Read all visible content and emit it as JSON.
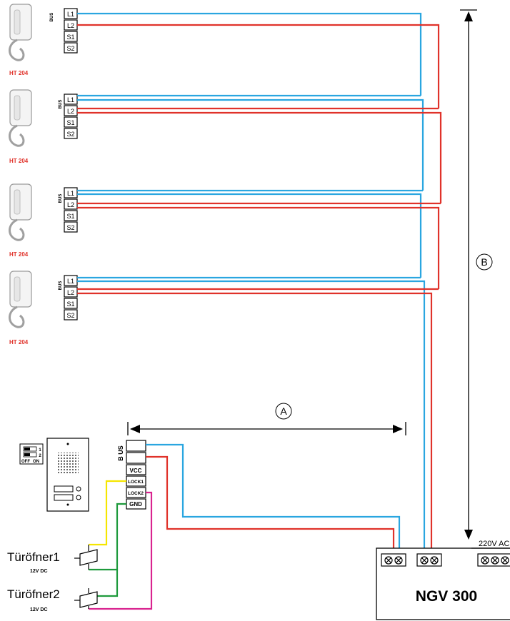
{
  "handsets": [
    {
      "model": "HT 204",
      "terminals": [
        "L1",
        "L2",
        "S1",
        "S2"
      ],
      "bus_label": "BUS"
    },
    {
      "model": "HT 204",
      "terminals": [
        "L1",
        "L2",
        "S1",
        "S2"
      ],
      "bus_label": "BUS"
    },
    {
      "model": "HT 204",
      "terminals": [
        "L1",
        "L2",
        "S1",
        "S2"
      ],
      "bus_label": "BUS"
    },
    {
      "model": "HT 204",
      "terminals": [
        "L1",
        "L2",
        "S1",
        "S2"
      ],
      "bus_label": "BUS"
    }
  ],
  "door_station": {
    "bus_label": "B US",
    "terminals": [
      "VCC",
      "LOCK1",
      "LOCK2",
      "GND"
    ],
    "dip": {
      "positions": [
        "1",
        "2"
      ],
      "off_label": "OFF",
      "on_label": "ON"
    }
  },
  "openers": [
    {
      "name": "Türöfner1",
      "voltage": "12V DC"
    },
    {
      "name": "Türöfner2",
      "voltage": "12V DC"
    }
  ],
  "power_supply": {
    "model": "NGV 300",
    "mains_label": "220V AC"
  },
  "dimensions": {
    "a_label": "A",
    "b_label": "B"
  },
  "colors": {
    "bus_l1": "#2aa6e0",
    "bus_l2": "#e0322a",
    "lock1": "#f5e600",
    "gnd": "#1e9a3c",
    "lock2": "#d9238f",
    "model_text": "#e0322a",
    "outline": "#000000"
  }
}
